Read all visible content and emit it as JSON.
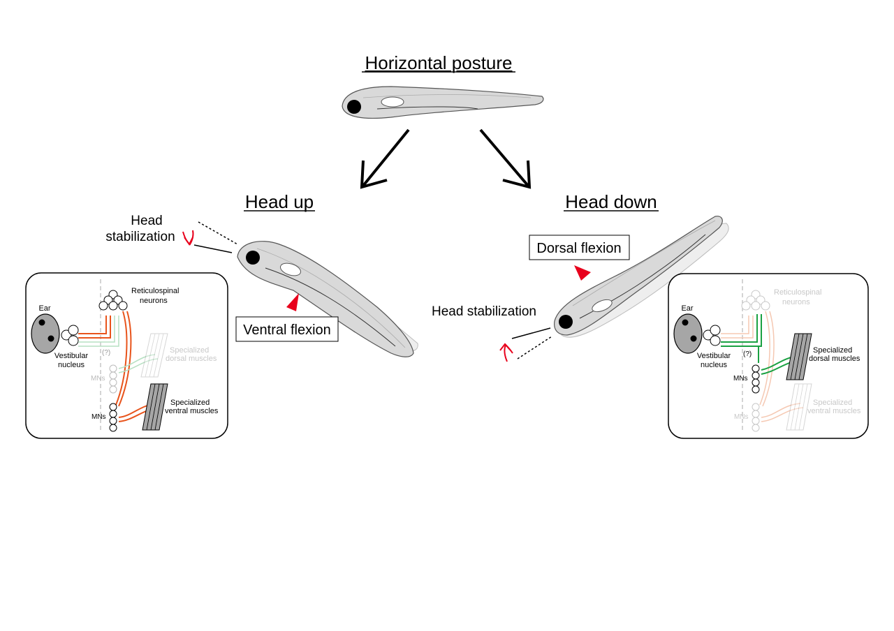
{
  "titles": {
    "main": "Horizontal posture",
    "left": "Head up",
    "right": "Head down"
  },
  "left_panel": {
    "head_stabilization": [
      "Head",
      "stabilization"
    ],
    "flexion_box": "Ventral flexion",
    "inset": {
      "ear": "Ear",
      "reticulospinal": [
        "Reticulospinal",
        "neurons"
      ],
      "vestibular": [
        "Vestibular",
        "nucleus"
      ],
      "question": "(?)",
      "mns_top": "MNs",
      "mns_bottom": "MNs",
      "dorsal_muscles": [
        "Specialized",
        "dorsal muscles"
      ],
      "ventral_muscles": [
        "Specialized",
        "ventral muscles"
      ]
    }
  },
  "right_panel": {
    "head_stabilization": "Head stabilization",
    "flexion_box": "Dorsal flexion",
    "inset": {
      "ear": "Ear",
      "reticulospinal": [
        "Reticulospinal",
        "neurons"
      ],
      "vestibular": [
        "Vestibular",
        "nucleus"
      ],
      "question": "(?)",
      "mns_top": "MNs",
      "mns_bottom": "MNs",
      "dorsal_muscles": [
        "Specialized",
        "dorsal muscles"
      ],
      "ventral_muscles": [
        "Specialized",
        "ventral muscles"
      ]
    }
  },
  "colors": {
    "ventral_pathway": "#e8541c",
    "dorsal_pathway": "#1aa142",
    "arrowhead_red": "#e8001c",
    "fish_fill": "#d9d9d9",
    "faded": "#c8c8c8"
  }
}
